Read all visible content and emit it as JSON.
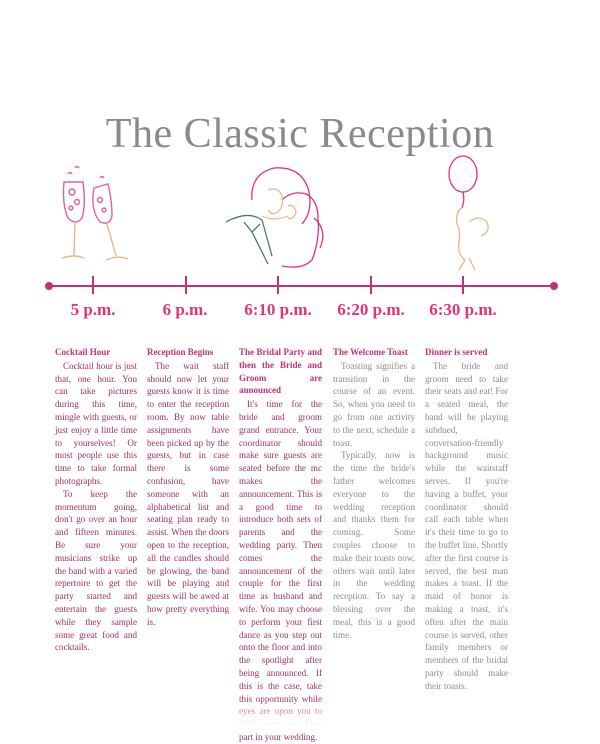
{
  "title": "The Classic Reception",
  "times": [
    "5 p.m.",
    "6 p.m.",
    "6:10 p.m.",
    "6:20 p.m.",
    "6:30 p.m."
  ],
  "columns": [
    {
      "heading": "Cocktail Hour",
      "body": "Cocktail hour is just that, one hour. You can take pictures during this time, mingle with guests, or just enjoy a little time to yourselves! Or most people use this time to take formal photographs.",
      "body2": "To keep the momentum going, don't go over an hour and fifteen minutes. Be sure your musicians strike up the band with a varied repertoire to get the party started and entertain the guests while they sample some great food and cocktails."
    },
    {
      "heading": "Reception Begins",
      "body": "The wait staff should now let your guests know it is time to enter the reception room. By now table assignments have been picked up by the guests, but in case there is some confusion, have someone with an alphabetical list and seating plan ready to assist. When the doors open to the reception, all the candles should be glowing, the band will be playing and guests will be awed at how pretty everything is.",
      "body2": ""
    },
    {
      "heading": "The Bridal Party and then the Bride and Groom are announced",
      "body": "It's time for the bride and groom grand entrance. Your coordinator should make sure guests are seated before the mc makes the announcement. This is a good time to introduce both sets of parents and the wedding party. Then comes the announcement of the couple for the first time as husband and wife. You may choose to perform your first dance as you step out onto the floor and into the spotlight after being announced. If this is the case, take this opportunity while eyes are upon you to thank everyone taking part in your wedding.",
      "body2": ""
    },
    {
      "heading": "The Welcome Toast",
      "body": "Toasting signifies a transition in the course of an event. So, when you need to go from one activity to the next, schedule a toast.",
      "body2": "Typically, now is the time the bride's father welcomes everyone to the wedding reception and thanks them for coming. Some couples choose to make their toasts now, others wait until later in the wedding reception. To say a blessing over the meal, this is a good time."
    },
    {
      "heading": "Dinner is served",
      "body": "The bride and groom need to take their seats and eat! For a seated meal, the band will be playing subdued, conversation-friendly background music while the waitstaff serves. If you're having a buffet, your coordinator should call each table when it's their time to go to the buffet line. Shortly after the first course is served, the best man makes a toast. If the maid of honor is making a toast, it's often after the main course is served, other family members or members of the bridal party should make their toasts.",
      "body2": ""
    }
  ]
}
